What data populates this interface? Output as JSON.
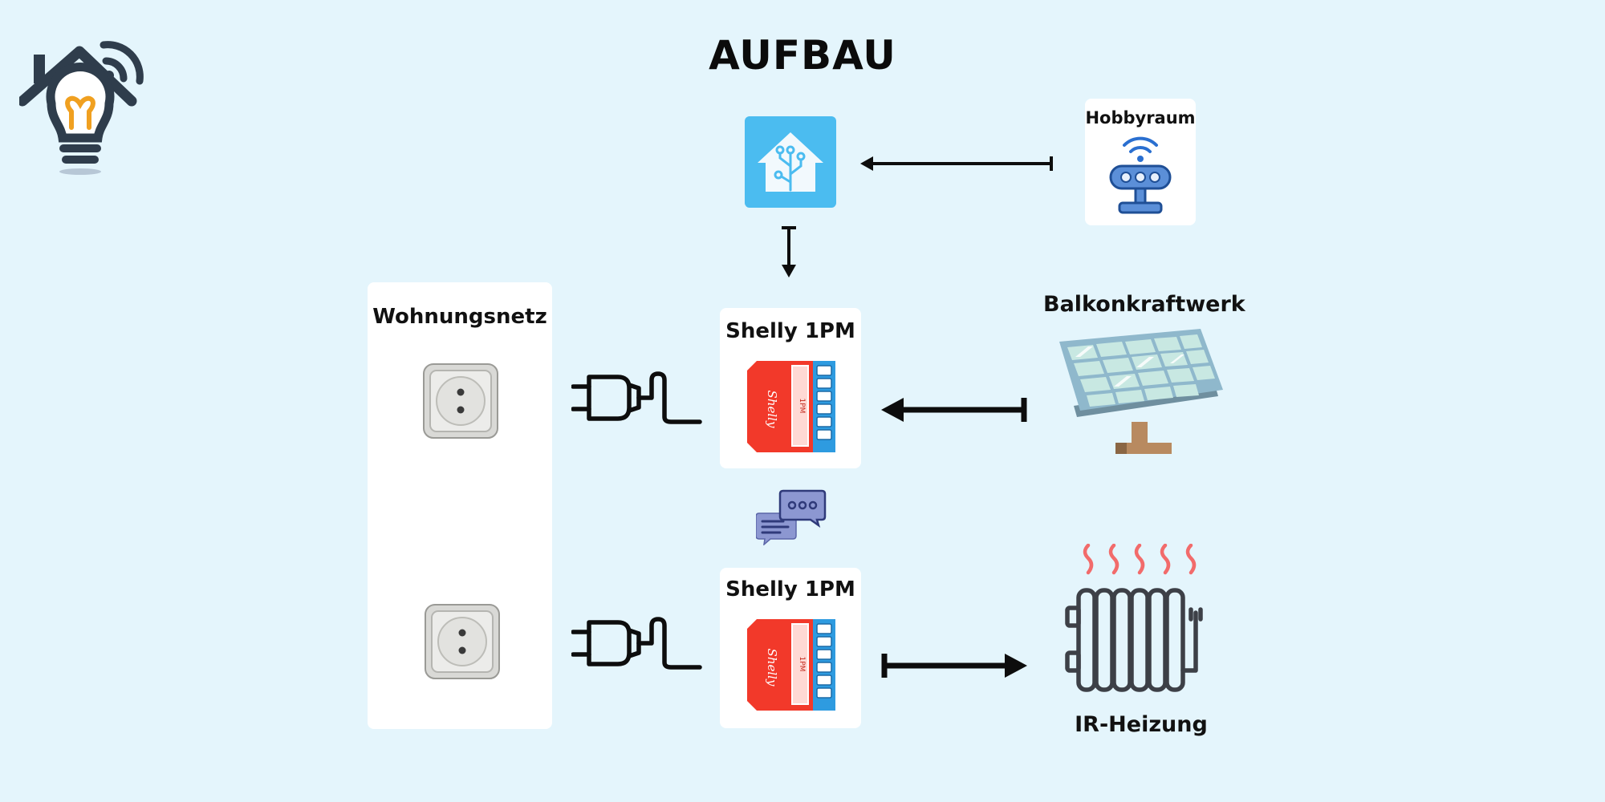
{
  "title": "AUFBAU",
  "hobbyraum": {
    "label": "Hobbyraum"
  },
  "wohnungsnetz": {
    "label": "Wohnungsnetz"
  },
  "shelly_top": {
    "label": "Shelly 1PM"
  },
  "shelly_bottom": {
    "label": "Shelly 1PM"
  },
  "balkonkraftwerk": {
    "label": "Balkonkraftwerk"
  },
  "heizung": {
    "label": "IR-Heizung"
  },
  "device_print": {
    "brand": "Shelly",
    "model": "1PM"
  },
  "colors": {
    "background": "#e4f5fc",
    "home_assistant": "#4bbcf0",
    "shelly_red": "#f2392a",
    "shelly_blue": "#2e9be0",
    "solar_frame": "#8fb8cc",
    "radiator": "#3d4047",
    "heat_waves": "#f26b6b",
    "chat_bubbles": "#8c97d1"
  },
  "icons": {
    "logo": "smart-home-bulb-icon",
    "home_assistant": "home-assistant-icon",
    "hobbyraum": "wifi-sensor-icon",
    "socket": "power-socket-icon",
    "plug": "power-plug-icon",
    "chat": "chat-bubbles-icon",
    "solar": "solar-panel-icon",
    "radiator": "radiator-icon"
  }
}
